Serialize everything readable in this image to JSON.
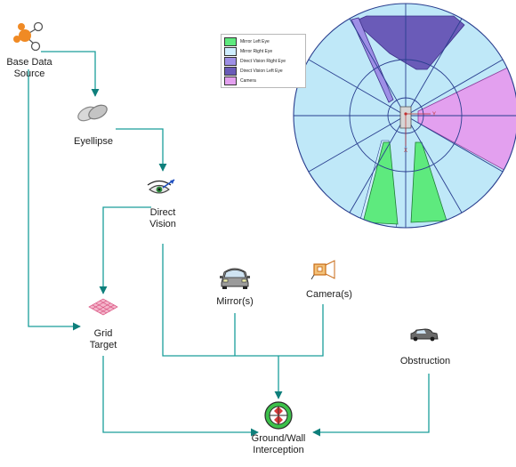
{
  "nodes": {
    "base_data_source": {
      "lines": [
        "Base Data",
        "Source"
      ],
      "icon": "network-nodes-icon"
    },
    "eyellipse": {
      "lines": [
        "Eyellipse"
      ],
      "icon": "eyellipse-icon"
    },
    "direct_vision": {
      "lines": [
        "Direct",
        "Vision"
      ],
      "icon": "eye-vector-icon"
    },
    "grid_target": {
      "lines": [
        "Grid",
        "Target"
      ],
      "icon": "grid-icon"
    },
    "mirrors": {
      "lines": [
        "Mirror(s)"
      ],
      "icon": "car-front-icon"
    },
    "cameras": {
      "lines": [
        "Camera(s)"
      ],
      "icon": "camera-icon"
    },
    "obstruction": {
      "lines": [
        "Obstruction"
      ],
      "icon": "car-side-icon"
    },
    "ground_wall_interception": {
      "lines": [
        "Ground/Wall",
        "Interception"
      ],
      "icon": "interception-target-icon"
    }
  },
  "legend": [
    {
      "label": "Mirror Left Eye",
      "color": "#5eea7e"
    },
    {
      "label": "Mirror Right Eye",
      "color": "#cfeeff"
    },
    {
      "label": "Direct Vision Right Eye",
      "color": "#9e8fe6"
    },
    {
      "label": "Direct Vision Left Eye",
      "color": "#6a5bb8"
    },
    {
      "label": "Camera",
      "color": "#e3a0ef"
    }
  ],
  "colors": {
    "connector": "#1a9e9a",
    "plot_background": "#bfe8f8",
    "plot_grid": "#2a3f8f",
    "arrow_head": "#0e7f7b"
  },
  "axis_labels": {
    "y": "Y",
    "x": "X"
  }
}
